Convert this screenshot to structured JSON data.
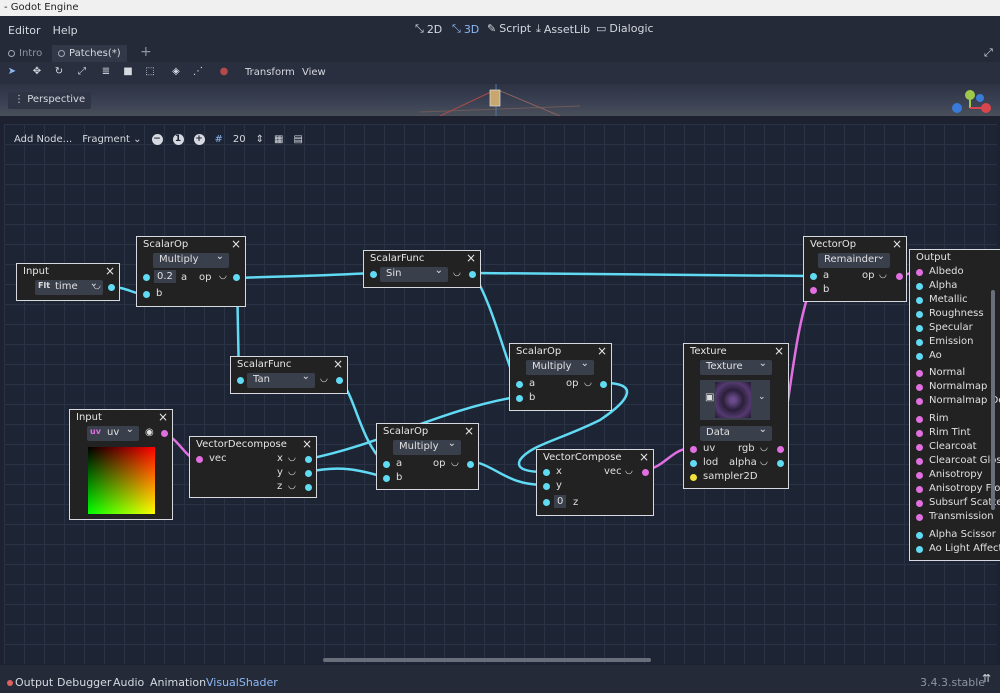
{
  "window": {
    "title": "- Godot Engine",
    "version": "3.4.3.stable"
  },
  "menu": {
    "editor": "Editor",
    "help": "Help"
  },
  "modes": {
    "m2d": "2D",
    "m3d": "3D",
    "script": "Script",
    "assetlib": "AssetLib",
    "dialogic": "Dialogic"
  },
  "tabs": {
    "intro": "Intro",
    "patches": "Patches(*)"
  },
  "toolbar": {
    "transform": "Transform",
    "view": "View"
  },
  "viewport": {
    "perspective": "Perspective"
  },
  "graph_toolbar": {
    "add_node": "Add Node...",
    "fragment": "Fragment",
    "zoom": "20"
  },
  "nodes": {
    "input1": {
      "title": "Input",
      "type_badge": "Flt",
      "value": "time"
    },
    "scalarop1": {
      "title": "ScalarOp",
      "op": "Multiply",
      "a_value": "0.2",
      "a": "a",
      "b": "b",
      "out": "op"
    },
    "scalarfunc1": {
      "title": "ScalarFunc",
      "func": "Sin"
    },
    "scalarfunc2": {
      "title": "ScalarFunc",
      "func": "Tan"
    },
    "scalarop2": {
      "title": "ScalarOp",
      "op": "Multiply",
      "a": "a",
      "b": "b",
      "out": "op"
    },
    "input2": {
      "title": "Input",
      "type_badge": "uv",
      "value": "uv"
    },
    "vectordecompose": {
      "title": "VectorDecompose",
      "in": "vec",
      "x": "x",
      "y": "y",
      "z": "z"
    },
    "scalarop3": {
      "title": "ScalarOp",
      "op": "Multiply",
      "a": "a",
      "b": "b",
      "out": "op"
    },
    "vectorcompose": {
      "title": "VectorCompose",
      "x": "x",
      "y": "y",
      "z": "z",
      "z_value": "0",
      "out": "vec"
    },
    "texture": {
      "title": "Texture",
      "source": "Texture",
      "mode": "Data",
      "uv": "uv",
      "lod": "lod",
      "sampler": "sampler2D",
      "rgb": "rgb",
      "alpha": "alpha"
    },
    "vectorop": {
      "title": "VectorOp",
      "op": "Remainder",
      "a": "a",
      "b": "b",
      "out": "op"
    },
    "output": {
      "title": "Output",
      "ports": [
        "Albedo",
        "Alpha",
        "Metallic",
        "Roughness",
        "Specular",
        "Emission",
        "Ao",
        "Normal",
        "Normalmap",
        "Normalmap De",
        "Rim",
        "Rim Tint",
        "Clearcoat",
        "Clearcoat Gloss",
        "Anisotropy",
        "Anisotropy Flow",
        "Subsurf Scatter",
        "Transmission",
        "Alpha Scissor",
        "Ao Light Affect"
      ]
    }
  },
  "bottom": {
    "output": "Output",
    "debugger": "Debugger",
    "audio": "Audio",
    "animation": "Animation",
    "visualshader": "VisualShader"
  },
  "colors": {
    "scalar_port": "#61daf4",
    "vector_port": "#e16fe1",
    "sampler_port": "#f2e23b",
    "accent": "#8eb8f5"
  }
}
